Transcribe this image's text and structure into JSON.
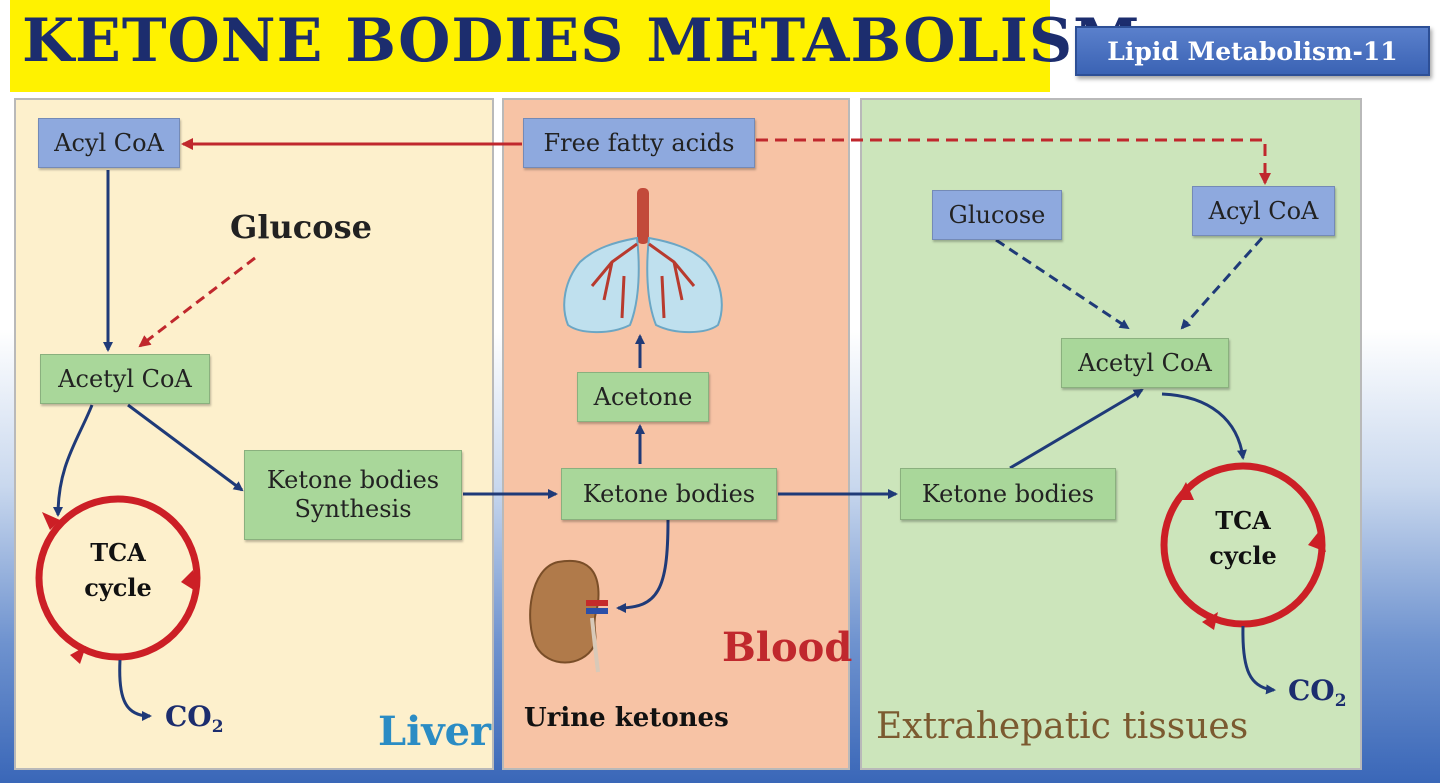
{
  "slide": {
    "title": "KETONE BODIES METABOLISM",
    "chip": "Lipid Metabolism-11"
  },
  "liver": {
    "label": "Liver",
    "acyl_coa": "Acyl CoA",
    "glucose": "Glucose",
    "acetyl_coa": "Acetyl CoA",
    "ketone_synthesis_line1": "Ketone bodies",
    "ketone_synthesis_line2": "Synthesis",
    "tca_line1": "TCA",
    "tca_line2": "cycle",
    "co2_main": "CO",
    "co2_sub": "2"
  },
  "blood": {
    "label": "Blood",
    "free_fatty_acids": "Free fatty acids",
    "acetone": "Acetone",
    "ketone_bodies": "Ketone bodies",
    "urine_ketones": "Urine ketones"
  },
  "extrahepatic": {
    "label": "Extrahepatic tissues",
    "glucose": "Glucose",
    "acyl_coa": "Acyl CoA",
    "acetyl_coa": "Acetyl CoA",
    "ketone_bodies": "Ketone bodies",
    "tca_line1": "TCA",
    "tca_line2": "cycle",
    "co2_main": "CO",
    "co2_sub": "2"
  },
  "colors": {
    "arrow_navy": "#1f3a78",
    "arrow_red": "#c0282d",
    "cycle_red": "#cc1f26",
    "node_blue": "#8ea9de",
    "node_green": "#a9d79a",
    "liver_panel": "#fdf0cc",
    "blood_panel": "#f7c3a5",
    "extra_panel": "#cce5bb",
    "title_banner": "#fff200"
  },
  "icons": [
    "lungs-icon",
    "kidney-icon"
  ]
}
